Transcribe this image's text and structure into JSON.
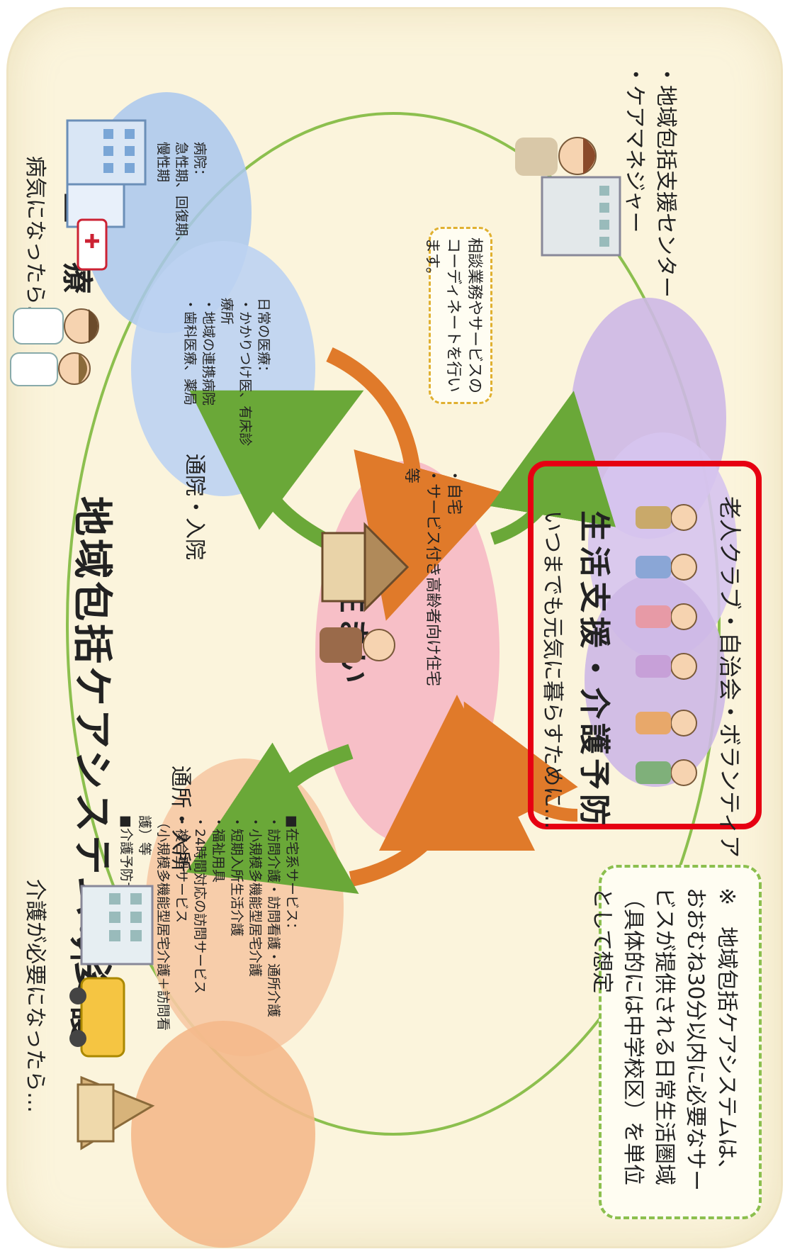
{
  "title": "地域包括ケアシステムの姿",
  "medical": {
    "header": "病気になったら…",
    "heading": "医　療",
    "hospital_lines": [
      "病院：",
      "急性期、回復期、慢性期"
    ],
    "daily_lines": [
      "日常の医療：",
      "・かかりつけ医、有床診療所",
      "・地域の連携病院",
      "・歯科医療、薬局"
    ]
  },
  "care": {
    "header": "介護が必要になったら…",
    "heading": "介　護",
    "home_services": [
      "■在宅系サービス：",
      "・訪問介護・訪問看護・通所介護",
      "・小規模多機能型居宅介護",
      "・短期入所生活介護",
      "・福祉用具",
      "・24時間対応の訪問サービス",
      "・複合型サービス",
      "（小規模多機能型居宅介護＋訪問看護）等"
    ],
    "facility_services": [
      "■介護予防サービス"
    ]
  },
  "housing": {
    "heading": "住まい",
    "items": [
      "・自宅",
      "・サービス付き高齢者向け住宅等"
    ]
  },
  "arrows": {
    "hospital": "通院・入院",
    "care": "通所・入所"
  },
  "support_center": {
    "lines": [
      "・地域包括支援センター",
      "・ケアマネジャー"
    ],
    "note": "相談業務やサービスのコーディネートを行います。"
  },
  "prevention": {
    "lead": "いつまでも元気に暮らすために…",
    "heading": "生活支援・介護予防",
    "groups": "老人クラブ・自治会・ボランティア・NPO　等"
  },
  "note": "※　地域包括ケアシステムは、おおむね30分以内に必要なサービスが提供される日常生活圏域（具体的には中学校区）を単位として想定",
  "colors": {
    "highlight": "#e60012",
    "frame_bg": "#fbf4dc",
    "circle_line": "#8cbf4e",
    "arrow_orange": "#e07a2a",
    "arrow_green": "#6aa838"
  }
}
